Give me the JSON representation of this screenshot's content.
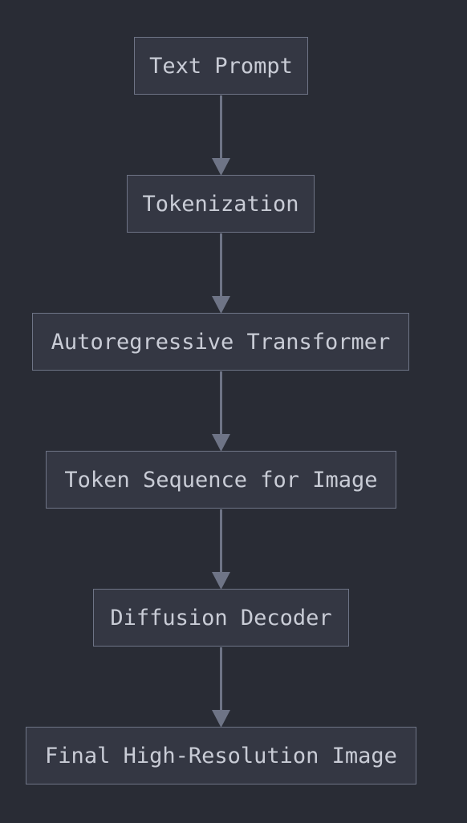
{
  "diagram": {
    "colors": {
      "background": "#292c35",
      "node_fill": "#343743",
      "node_border": "#6e7486",
      "node_text": "#c9ccd6",
      "edge": "#6e7486"
    },
    "nodes": [
      {
        "id": "text-prompt",
        "label": "Text Prompt"
      },
      {
        "id": "tokenization",
        "label": "Tokenization"
      },
      {
        "id": "autoregressive-transformer",
        "label": "Autoregressive Transformer"
      },
      {
        "id": "token-sequence",
        "label": "Token Sequence for Image"
      },
      {
        "id": "diffusion-decoder",
        "label": "Diffusion Decoder"
      },
      {
        "id": "final-image",
        "label": "Final High-Resolution Image"
      }
    ],
    "edges": [
      {
        "from": "text-prompt",
        "to": "tokenization"
      },
      {
        "from": "tokenization",
        "to": "autoregressive-transformer"
      },
      {
        "from": "autoregressive-transformer",
        "to": "token-sequence"
      },
      {
        "from": "token-sequence",
        "to": "diffusion-decoder"
      },
      {
        "from": "diffusion-decoder",
        "to": "final-image"
      }
    ]
  }
}
